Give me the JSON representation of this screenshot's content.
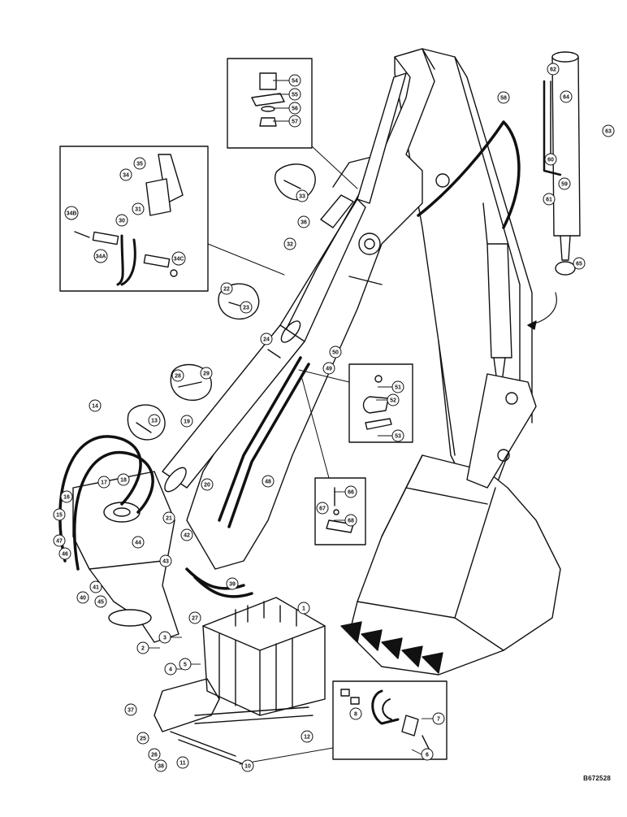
{
  "drawing_code": "B672528",
  "callouts": [
    "1",
    "2",
    "3",
    "4",
    "5",
    "6",
    "7",
    "8",
    "10",
    "11",
    "12",
    "13",
    "14",
    "15",
    "16",
    "17",
    "18",
    "19",
    "20",
    "21",
    "22",
    "23",
    "24",
    "25",
    "26",
    "27",
    "28",
    "29",
    "30",
    "31",
    "32",
    "33",
    "34",
    "34A",
    "34B",
    "34C",
    "35",
    "36",
    "37",
    "38",
    "39",
    "40",
    "41",
    "42",
    "43",
    "44",
    "45",
    "46",
    "47",
    "48",
    "49",
    "50",
    "51",
    "52",
    "53",
    "54",
    "55",
    "56",
    "57",
    "58",
    "59",
    "60",
    "61",
    "62",
    "63",
    "64",
    "65",
    "66",
    "67",
    "68"
  ]
}
